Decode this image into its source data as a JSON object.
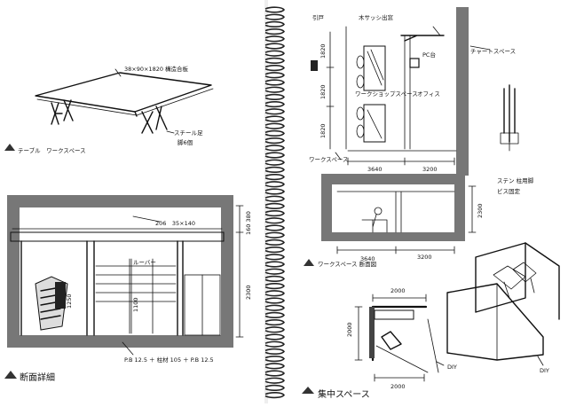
{
  "left_page": {
    "table_sketch": {
      "dimension_note": "38×90×1820 構造合板",
      "leg_note_1": "スチール足",
      "leg_note_2": "脚6個",
      "caption": "テーブル　ワークスペース"
    },
    "section_detail": {
      "top_note": "206　35×140",
      "mid_note": "ルーバー",
      "height_label": "2300",
      "top_height_label": "160 380",
      "inner_height_label": "1100",
      "inner_dim_1": "1250",
      "bottom_note": "P.B 12.5 ＋ 柱材 105 ＋ P.B 12.5",
      "caption": "断面詳細"
    }
  },
  "right_page": {
    "plan": {
      "label_top_left": "引戸",
      "label_window": "木サッシ出窓",
      "label_store": "チャートスペース",
      "label_pc": "PC台",
      "label_workspace_top": "ワークショップスペース",
      "label_office": "オフィス",
      "label_workspace_bottom": "ワークスペース",
      "dim_left": "3640",
      "dim_right": "3200",
      "v_dim_1": "1820",
      "v_dim_2": "1820",
      "v_dim_3": "1820"
    },
    "steel_note_1": "ステン 柱用脚",
    "steel_note_2": "ビス固定",
    "elevation": {
      "dim_height": "2300",
      "dim_left": "3640",
      "dim_right": "3200",
      "caption": "ワークスペース 断面図"
    },
    "booth": {
      "dim_top": "2000",
      "dim_side": "2000",
      "dim_bottom": "2000",
      "diy_1": "DIY",
      "diy_2": "DIY",
      "caption": "集中スペース"
    }
  }
}
